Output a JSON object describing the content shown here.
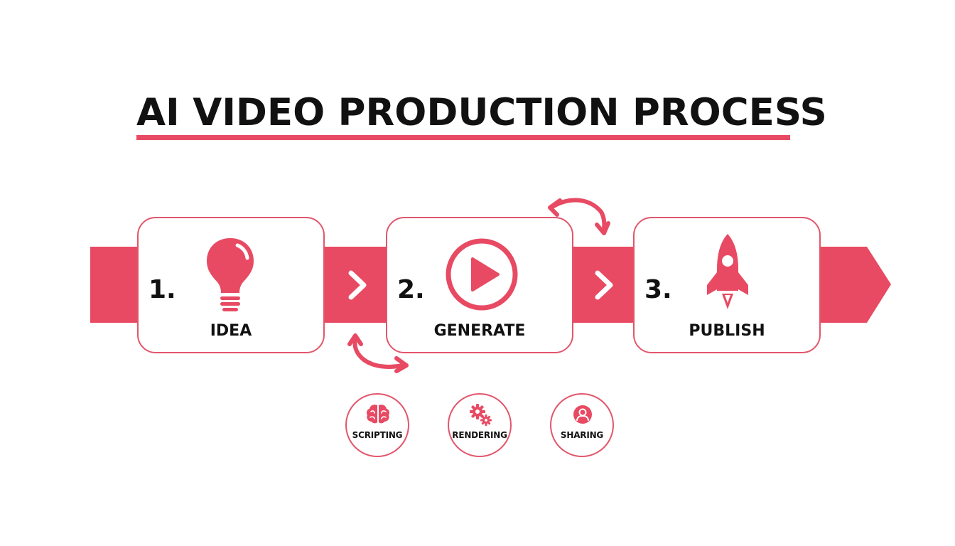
{
  "title": "AI VIDEO PRODUCTION PROCESS",
  "colors": {
    "accent": "#e84a63",
    "text": "#111111",
    "background": "#ffffff"
  },
  "steps": [
    {
      "number": "1.",
      "label": "IDEA",
      "icon": "lightbulb-icon"
    },
    {
      "number": "2.",
      "label": "GENERATE",
      "icon": "play-icon"
    },
    {
      "number": "3.",
      "label": "PUBLISH",
      "icon": "rocket-icon"
    }
  ],
  "sub_steps": [
    {
      "label": "SCRIPTING",
      "icon": "brain-icon"
    },
    {
      "label": "RENDERING",
      "icon": "gears-icon"
    },
    {
      "label": "SHARING",
      "icon": "user-icon"
    }
  ]
}
